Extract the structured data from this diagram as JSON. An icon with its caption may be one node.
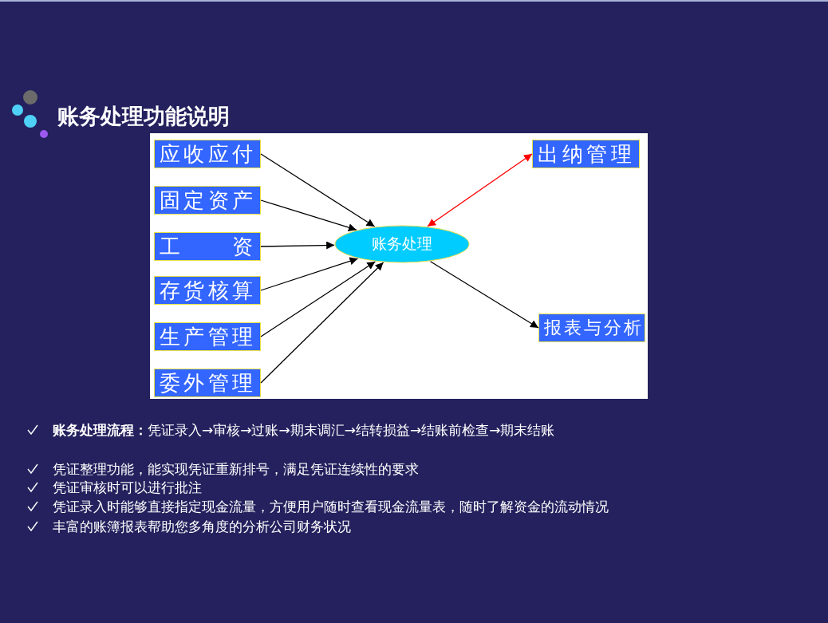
{
  "diagram": {
    "title": "账务处理功能说明",
    "nodes": [
      {
        "text": [
          "应收应付"
        ]
      },
      {
        "text": [
          "固定资产"
        ]
      },
      {
        "text": [
          "工 资"
        ]
      },
      {
        "text": [
          "存货核算"
        ]
      },
      {
        "text": [
          "生产管理"
        ]
      },
      {
        "text": [
          "委外管理"
        ]
      },
      {
        "text": [
          "账务处理"
        ]
      },
      {
        "text": [
          "出纳管理"
        ]
      },
      {
        "text": [
          "报表与分析"
        ]
      }
    ],
    "edges": [
      {
        "from": 0,
        "to": 6,
        "arrow": "to"
      },
      {
        "from": 1,
        "to": 6,
        "arrow": "to"
      },
      {
        "from": 2,
        "to": 6,
        "arrow": "to"
      },
      {
        "from": 3,
        "to": 6,
        "arrow": "to"
      },
      {
        "from": 4,
        "to": 6,
        "arrow": "to"
      },
      {
        "from": 5,
        "to": 6,
        "arrow": "to"
      },
      {
        "from": 6,
        "to": 7,
        "arrow": "both",
        "color": "#ff0000"
      },
      {
        "from": 6,
        "to": 8,
        "arrow": "to"
      }
    ],
    "labels": [
      "**账务处理流程：**凭证录入→审核→过账→期末调汇→结转损益→结账前检查→期末结账",
      "凭证整理功能，能实现凭证重新排号，满足凭证连续性的要求",
      "凭证审核时可以进行批注",
      "凭证录入时能够直接指定现金流量，方便用户随时查看现金流量表，随时了解资金的流动情况",
      "丰富的账簿报表帮助您多角度的分析公司财务状况"
    ]
  }
}
